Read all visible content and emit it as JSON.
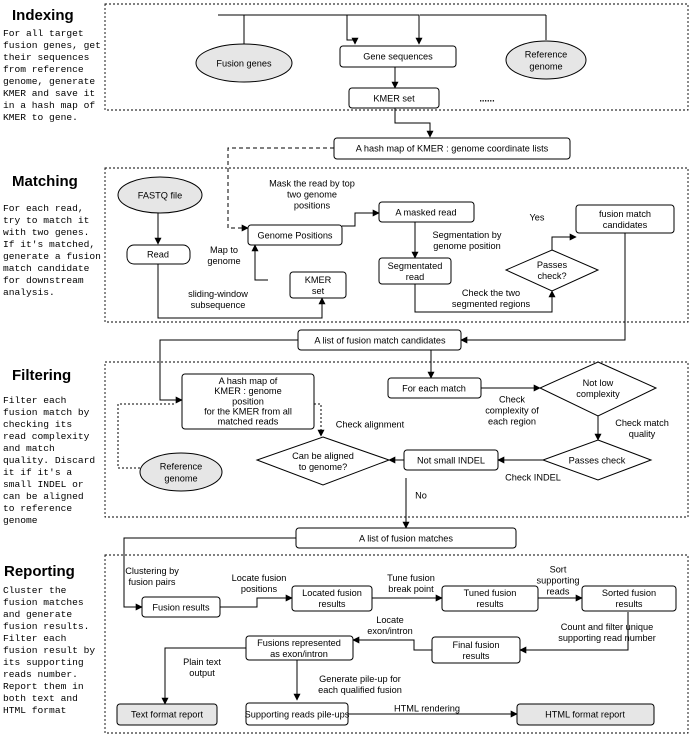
{
  "sections": {
    "indexing": {
      "title": "Indexing",
      "desc": [
        "For all target",
        "fusion genes, get",
        "their sequences",
        "from reference",
        "genome, generate",
        "KMER and save it",
        "in a hash map of",
        "KMER to gene."
      ]
    },
    "matching": {
      "title": "Matching",
      "desc": [
        "For each read,",
        "try to match it",
        "with two genes.",
        "If it's matched,",
        "generate a fusion",
        "match candidate",
        "for downstream",
        "analysis."
      ]
    },
    "filtering": {
      "title": "Filtering",
      "desc": [
        "Filter each",
        "fusion match by",
        "checking its",
        "read complexity",
        "and match",
        "quality. Discard",
        "it if it's a",
        "small INDEL or",
        "can be aligned",
        "to reference",
        "genome"
      ]
    },
    "reporting": {
      "title": "Reporting",
      "desc": [
        "Cluster the",
        "fusion matches",
        "and generate",
        "fusion results.",
        "Filter each",
        "fusion result by",
        "its supporting",
        "reads number.",
        "Report them in",
        "both text and",
        "HTML format"
      ]
    }
  },
  "nodes": {
    "fusion_genes": [
      "Fusion genes"
    ],
    "gene_sequences": [
      "Gene sequences"
    ],
    "reference_genome_top": [
      "Reference",
      "genome"
    ],
    "kmer_set_top": [
      "KMER set"
    ],
    "ellipsis": [
      "......"
    ],
    "hash_map_kmer_genome": [
      "A hash map of KMER : genome coordinate lists"
    ],
    "fastq_file": [
      "FASTQ file"
    ],
    "read": [
      "Read"
    ],
    "genome_positions": [
      "Genome Positions"
    ],
    "kmer_set_mid": [
      "KMER",
      "set"
    ],
    "masked_read": [
      "A masked read"
    ],
    "segmentated_read": [
      "Segmentated",
      "read"
    ],
    "passes_check_top": [
      "Passes",
      "check?"
    ],
    "fusion_match_candidates": [
      "fusion match",
      "candidates"
    ],
    "list_fusion_match_candidates": [
      "A list of fusion match candidates"
    ],
    "hash_map_kmer_reads": [
      "A hash map of",
      "KMER : genome",
      "position",
      "for the KMER from all",
      "matched reads"
    ],
    "reference_genome_mid": [
      "Reference",
      "genome"
    ],
    "for_each_match": [
      "For each match"
    ],
    "not_low_complexity": [
      "Not low",
      "complexity"
    ],
    "can_be_aligned": [
      "Can be aligned",
      "to genome?"
    ],
    "not_small_indel": [
      "Not small INDEL"
    ],
    "passes_check_mid": [
      "Passes check"
    ],
    "list_fusion_matches": [
      "A list of fusion matches"
    ],
    "fusion_results": [
      "Fusion results"
    ],
    "located_fusion_results": [
      "Located fusion",
      "results"
    ],
    "tuned_fusion_results": [
      "Tuned fusion",
      "results"
    ],
    "sorted_fusion_results": [
      "Sorted fusion",
      "results"
    ],
    "final_fusion_results": [
      "Final fusion",
      "results"
    ],
    "fusions_exon_intron": [
      "Fusions represented",
      "as exon/intron"
    ],
    "text_format_report": [
      "Text format report"
    ],
    "supporting_reads_pileups": [
      "Supporting reads pile-ups"
    ],
    "html_format_report": [
      "HTML format report"
    ]
  },
  "labels": {
    "mask_read": [
      "Mask the read by top",
      "two genome",
      "positions"
    ],
    "map_to_genome": [
      "Map to",
      "genome"
    ],
    "sliding_window": [
      "sliding-window",
      "subsequence"
    ],
    "segmentation": [
      "Segmentation by",
      "genome position"
    ],
    "check_two_regions": [
      "Check the two",
      "segmented regions"
    ],
    "yes": [
      "Yes"
    ],
    "check_complexity": [
      "Check",
      "complexity of",
      "each region"
    ],
    "check_match_quality": [
      "Check match",
      "quality"
    ],
    "check_alignment": [
      "Check alignment"
    ],
    "check_indel": [
      "Check INDEL"
    ],
    "no": [
      "No"
    ],
    "clustering": [
      "Clustering by",
      "fusion pairs"
    ],
    "locate_fusion_positions": [
      "Locate fusion",
      "positions"
    ],
    "tune_fusion_break_point": [
      "Tune fusion",
      "break point"
    ],
    "sort_supporting_reads": [
      "Sort",
      "supporting",
      "reads"
    ],
    "count_filter_unique": [
      "Count and filter unique",
      "supporting read number"
    ],
    "locate_exon_intron": [
      "Locate",
      "exon/intron"
    ],
    "plain_text_output": [
      "Plain text",
      "output"
    ],
    "generate_pileup": [
      "Generate pile-up for",
      "each qualified fusion"
    ],
    "html_rendering": [
      "HTML rendering"
    ]
  }
}
